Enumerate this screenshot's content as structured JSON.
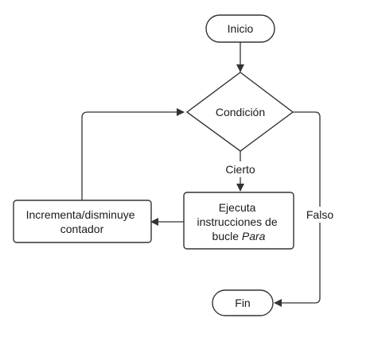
{
  "nodes": {
    "start": {
      "label": "Inicio"
    },
    "condition": {
      "label": "Condición"
    },
    "execute": {
      "line1": "Ejecuta",
      "line2": "instrucciones de",
      "line3_prefix": "bucle ",
      "line3_emphasis": "Para"
    },
    "update": {
      "line1": "Incrementa/disminuye",
      "line2": "contador"
    },
    "end": {
      "label": "Fin"
    }
  },
  "edges": {
    "true_label": "Cierto",
    "false_label": "Falso"
  },
  "colors": {
    "stroke": "#333333",
    "fill": "#ffffff",
    "text": "#1a1a1a"
  }
}
